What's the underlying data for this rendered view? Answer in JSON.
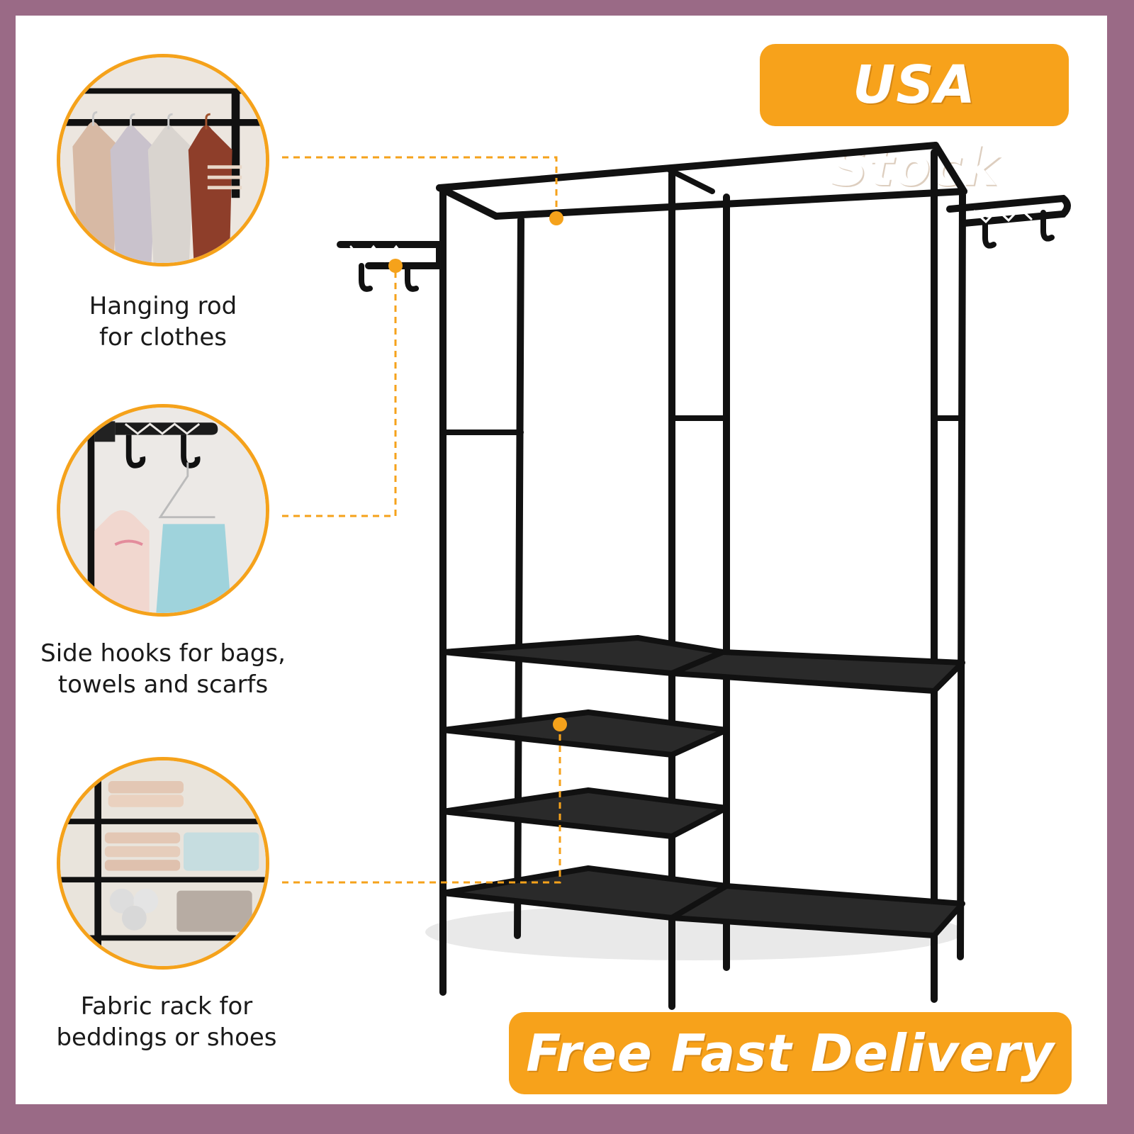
{
  "badges": {
    "top": "USA Stock",
    "bottom": "Free Fast Delivery"
  },
  "features": [
    {
      "line1": "Hanging rod",
      "line2": "for clothes",
      "icon": "hanging-clothes-photo"
    },
    {
      "line1": "Side hooks for bags,",
      "line2": "towels and scarfs",
      "icon": "side-hooks-photo"
    },
    {
      "line1": "Fabric rack for",
      "line2": "beddings or shoes",
      "icon": "fabric-shelves-photo"
    }
  ],
  "colors": {
    "frame": "#9a6a86",
    "accent": "#f7a21b",
    "rack": "#111111",
    "caption": "#1a1a1a"
  }
}
